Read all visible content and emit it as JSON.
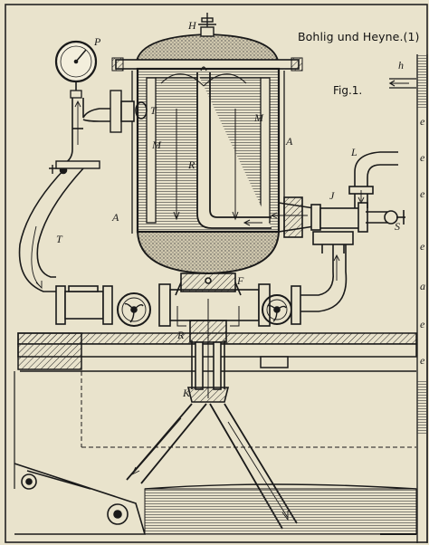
{
  "figure": {
    "title": "Bohlig und Heyne.(1)",
    "fig_label": "Fig.1.",
    "labels": {
      "p": "P",
      "h_top": "H",
      "t_upper": "T",
      "t_left": "T",
      "m_left": "M",
      "m_right": "M",
      "r_inner": "R",
      "a_right": "A",
      "a_left": "A",
      "l": "L",
      "j": "J",
      "s": "S",
      "f": "F",
      "r_lower": "R",
      "k": "K",
      "h_right": "h"
    },
    "side_letters": [
      "e",
      "e",
      "e",
      "e",
      "a",
      "e",
      "e"
    ],
    "colors": {
      "paper": "#e9e3cc",
      "ink": "#1a1a1a",
      "stipple": "#9a9483"
    }
  }
}
